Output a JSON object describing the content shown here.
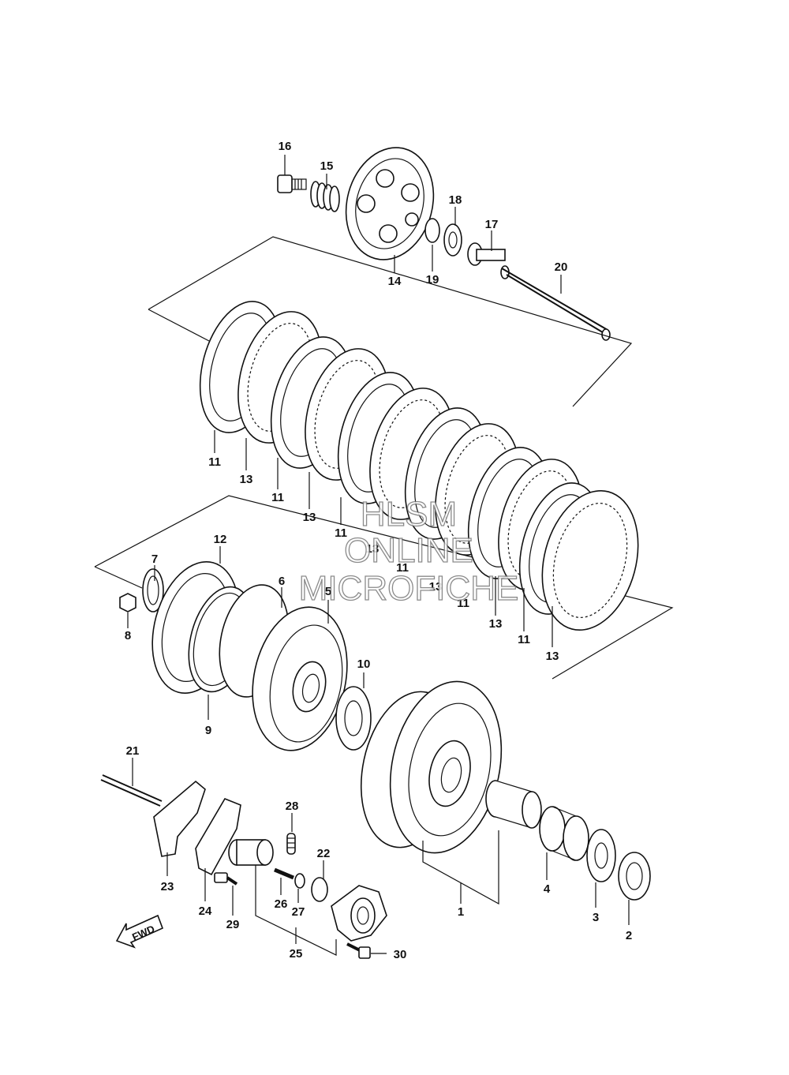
{
  "diagram": {
    "part_labels": [
      "1",
      "2",
      "3",
      "4",
      "5",
      "6",
      "7",
      "8",
      "9",
      "10",
      "11",
      "12",
      "13",
      "14",
      "15",
      "16",
      "17",
      "18",
      "19",
      "20",
      "21",
      "22",
      "23",
      "24",
      "25",
      "26",
      "27",
      "28",
      "29",
      "30"
    ],
    "repeat_labels": [
      "11",
      "11",
      "11",
      "11",
      "11",
      "11",
      "13",
      "13",
      "13",
      "13",
      "13",
      "13",
      "13"
    ],
    "fwd_label": "FWD",
    "watermark": [
      "HLSM",
      "ONLINE",
      "MICROFICHE"
    ]
  }
}
